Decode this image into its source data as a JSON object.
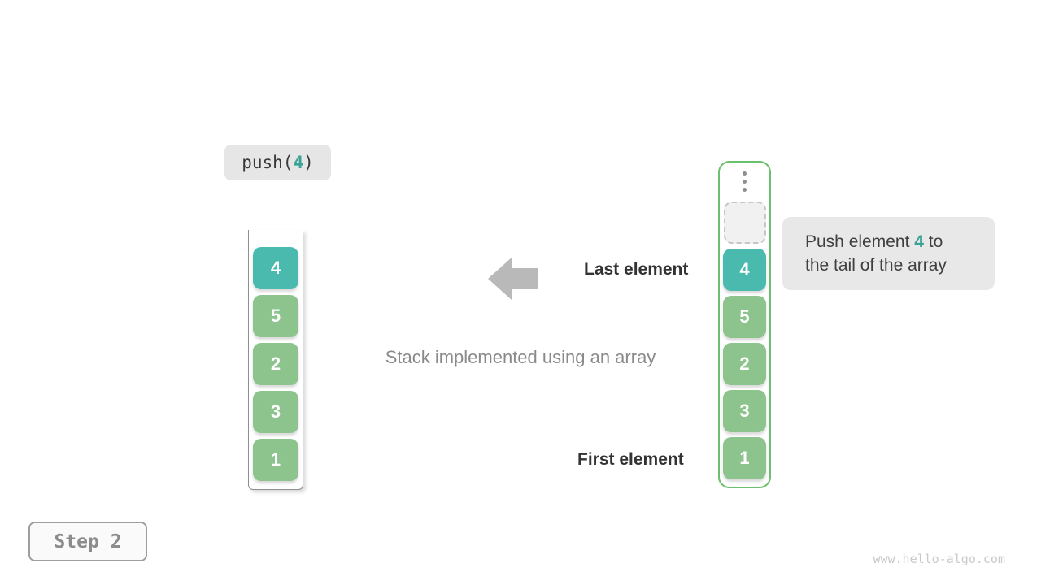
{
  "colors": {
    "teal": "#4ab9ae",
    "green": "#8dc48d",
    "green_border": "#6cbf6c",
    "arrow_gray": "#b9b9b9",
    "accent_teal": "#3ba396"
  },
  "operation_call": {
    "prefix": "push(",
    "value": "4",
    "suffix": ")"
  },
  "left_stack": {
    "cells": [
      {
        "value": "4",
        "color": "teal"
      },
      {
        "value": "5",
        "color": "green"
      },
      {
        "value": "2",
        "color": "green"
      },
      {
        "value": "3",
        "color": "green"
      },
      {
        "value": "1",
        "color": "green"
      }
    ]
  },
  "right_stack": {
    "ellipsis_icon": "vertical-ellipsis",
    "placeholder": "empty-dashed-slot",
    "cells": [
      {
        "value": "4",
        "color": "teal"
      },
      {
        "value": "5",
        "color": "green"
      },
      {
        "value": "2",
        "color": "green"
      },
      {
        "value": "3",
        "color": "green"
      },
      {
        "value": "1",
        "color": "green"
      }
    ]
  },
  "annotations": {
    "last_element": "Last element",
    "first_element": "First element",
    "caption": "Stack implemented using an array"
  },
  "callout": {
    "line1_before": "Push element ",
    "value": "4",
    "line1_after": " to",
    "line2": "the tail of the array"
  },
  "step_badge": "Step 2",
  "watermark": "www.hello-algo.com",
  "icons": {
    "arrow": "arrow-left-icon",
    "ellipsis": "vertical-ellipsis-icon"
  }
}
